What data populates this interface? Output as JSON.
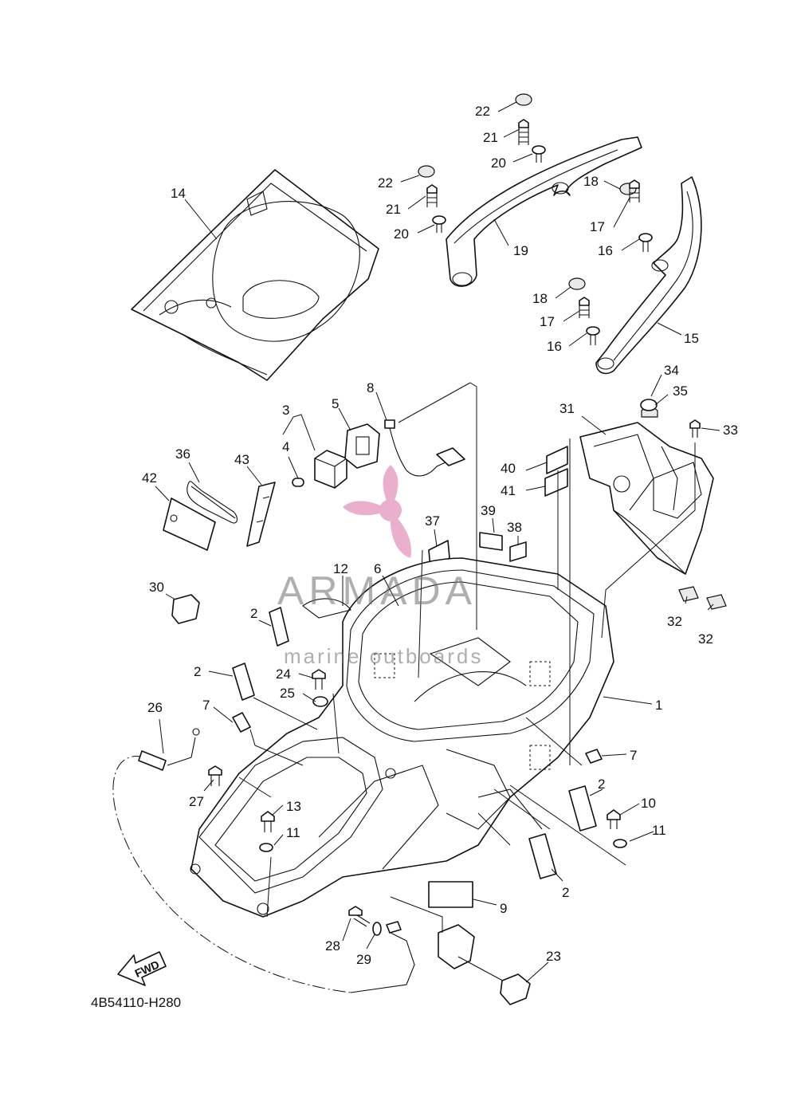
{
  "drawing_code": "4B54110-H280",
  "fwd_label": "FWD",
  "watermark": {
    "name": "ARMADA",
    "sub": "marine outboards",
    "logo_icon": "propeller-icon",
    "color": "#e8a2c6"
  },
  "callouts": [
    {
      "id": "c-22a",
      "text": "22"
    },
    {
      "id": "c-21a",
      "text": "21"
    },
    {
      "id": "c-20a",
      "text": "20"
    },
    {
      "id": "c-22b",
      "text": "22"
    },
    {
      "id": "c-21b",
      "text": "21"
    },
    {
      "id": "c-20b",
      "text": "20"
    },
    {
      "id": "c-19",
      "text": "19"
    },
    {
      "id": "c-14",
      "text": "14"
    },
    {
      "id": "c-18a",
      "text": "18"
    },
    {
      "id": "c-17a",
      "text": "17"
    },
    {
      "id": "c-16a",
      "text": "16"
    },
    {
      "id": "c-18b",
      "text": "18"
    },
    {
      "id": "c-17b",
      "text": "17"
    },
    {
      "id": "c-16b",
      "text": "16"
    },
    {
      "id": "c-15",
      "text": "15"
    },
    {
      "id": "c-34",
      "text": "34"
    },
    {
      "id": "c-35",
      "text": "35"
    },
    {
      "id": "c-31",
      "text": "31"
    },
    {
      "id": "c-33",
      "text": "33"
    },
    {
      "id": "c-8",
      "text": "8"
    },
    {
      "id": "c-5",
      "text": "5"
    },
    {
      "id": "c-3",
      "text": "3"
    },
    {
      "id": "c-4",
      "text": "4"
    },
    {
      "id": "c-36",
      "text": "36"
    },
    {
      "id": "c-43",
      "text": "43"
    },
    {
      "id": "c-42",
      "text": "42"
    },
    {
      "id": "c-40",
      "text": "40"
    },
    {
      "id": "c-41",
      "text": "41"
    },
    {
      "id": "c-39",
      "text": "39"
    },
    {
      "id": "c-38",
      "text": "38"
    },
    {
      "id": "c-37",
      "text": "37"
    },
    {
      "id": "c-12",
      "text": "12"
    },
    {
      "id": "c-6",
      "text": "6"
    },
    {
      "id": "c-30",
      "text": "30"
    },
    {
      "id": "c-2a",
      "text": "2"
    },
    {
      "id": "c-32a",
      "text": "32"
    },
    {
      "id": "c-32b",
      "text": "32"
    },
    {
      "id": "c-2b",
      "text": "2"
    },
    {
      "id": "c-24",
      "text": "24"
    },
    {
      "id": "c-25",
      "text": "25"
    },
    {
      "id": "c-1",
      "text": "1"
    },
    {
      "id": "c-7a",
      "text": "7"
    },
    {
      "id": "c-26",
      "text": "26"
    },
    {
      "id": "c-7b",
      "text": "7"
    },
    {
      "id": "c-27",
      "text": "27"
    },
    {
      "id": "c-2c",
      "text": "2"
    },
    {
      "id": "c-10",
      "text": "10"
    },
    {
      "id": "c-13",
      "text": "13"
    },
    {
      "id": "c-11a",
      "text": "11"
    },
    {
      "id": "c-11b",
      "text": "11"
    },
    {
      "id": "c-2d",
      "text": "2"
    },
    {
      "id": "c-9",
      "text": "9"
    },
    {
      "id": "c-28",
      "text": "28"
    },
    {
      "id": "c-29",
      "text": "29"
    },
    {
      "id": "c-23",
      "text": "23"
    }
  ]
}
